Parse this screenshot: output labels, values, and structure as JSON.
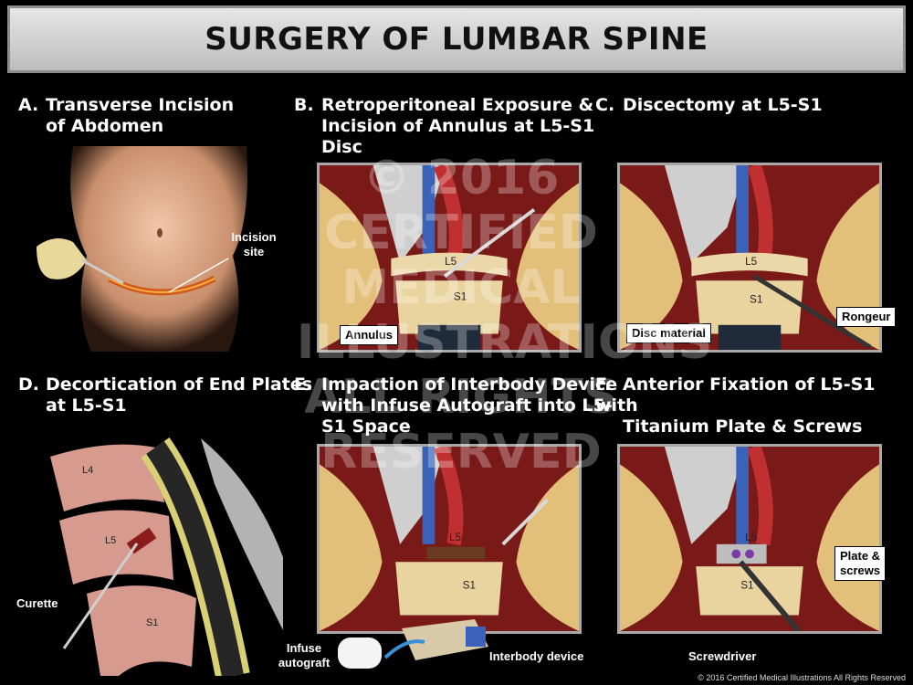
{
  "title": "SURGERY OF LUMBAR SPINE",
  "panels": {
    "a": {
      "letter": "A.",
      "line1": "Transverse Incision",
      "line2": "of Abdomen",
      "line3": "",
      "callouts": {
        "incision_line1": "Incision",
        "incision_line2": "site"
      }
    },
    "b": {
      "letter": "B.",
      "line1": "Retroperitoneal Exposure &",
      "line2": "Incision of Annulus at L5-S1",
      "line3": "Disc",
      "callouts": {
        "annulus": "Annulus",
        "l5": "L5",
        "s1": "S1"
      }
    },
    "c": {
      "letter": "C.",
      "line1": "Discectomy at L5-S1",
      "line2": "",
      "line3": "",
      "callouts": {
        "disc_material": "Disc material",
        "rongeur": "Rongeur",
        "l5": "L5",
        "s1": "S1"
      }
    },
    "d": {
      "letter": "D.",
      "line1": "Decortication of End Plates",
      "line2": "at L5-S1",
      "line3": "",
      "callouts": {
        "curette": "Curette",
        "l4": "L4",
        "l5": "L5",
        "s1": "S1"
      }
    },
    "e": {
      "letter": "E.",
      "line1": "Impaction of Interbody Device",
      "line2": "with Infuse Autograft into L5-",
      "line3": "S1 Space",
      "callouts": {
        "infuse_line1": "Infuse",
        "infuse_line2": "autograft",
        "interbody": "Interbody device",
        "l5": "L5",
        "s1": "S1"
      }
    },
    "f": {
      "letter": "F.",
      "line1": "Anterior Fixation of L5-S1 with",
      "line2": "Titanium Plate & Screws",
      "line3": "",
      "callouts": {
        "plate_line1": "Plate &",
        "plate_line2": "screws",
        "screwdriver": "Screwdriver",
        "l5": "L5",
        "s1": "S1"
      }
    }
  },
  "watermark": {
    "line1": "© 2016",
    "line2": "CERTIFIED",
    "line3": "MEDICAL",
    "line4": "ILLUSTRATIONS",
    "line5": "ALL RIGHTS",
    "line6": "RESERVED"
  },
  "copyright": "© 2016 Certified Medical Illustrations All Rights Reserved",
  "colors": {
    "title_bg": "#d4d4d4",
    "frame_border": "#a8a8a8",
    "tissue_red": "#b8282a",
    "bone": "#e7c98a",
    "vein_blue": "#3a62b8"
  }
}
